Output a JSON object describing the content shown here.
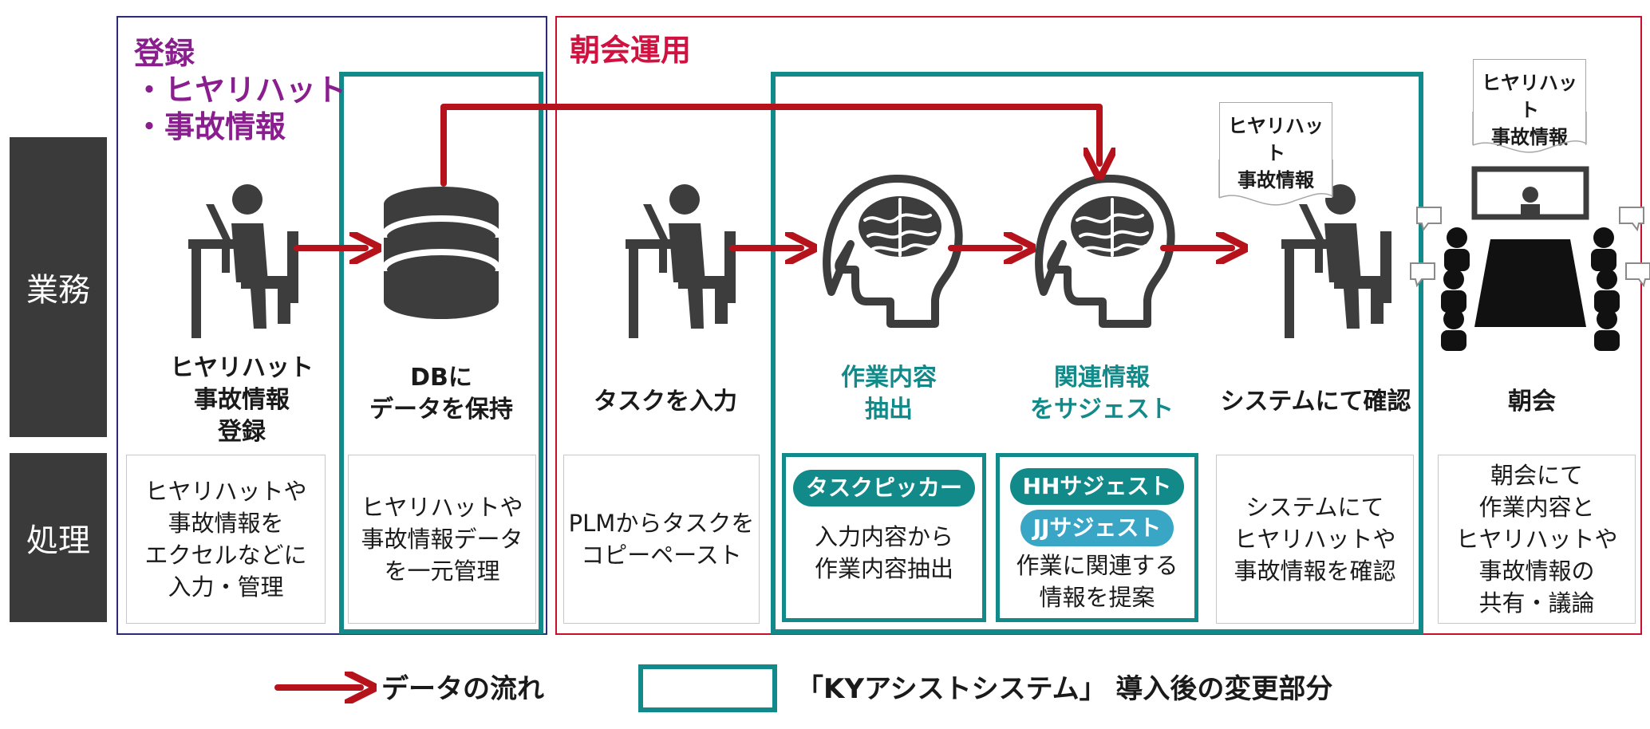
{
  "rows": {
    "business": "業務",
    "process": "処理"
  },
  "sections": {
    "registration": {
      "title_lines": [
        "登録",
        "・ヒヤリハット",
        "・事故情報"
      ]
    },
    "morning": {
      "title": "朝会運用"
    }
  },
  "actors": [
    {
      "label": "ヒヤリハット\n事故情報\n登録"
    },
    {
      "label": "DBに\nデータを保持"
    },
    {
      "label": "タスクを入力"
    },
    {
      "label": "作業内容\n抽出"
    },
    {
      "label": "関連情報\nをサジェスト"
    },
    {
      "label": "システムにて確認"
    },
    {
      "label": "朝会"
    }
  ],
  "process": [
    {
      "text": "ヒヤリハットや\n事故情報を\nエクセルなどに\n入力・管理"
    },
    {
      "text": "ヒヤリハットや\n事故情報データ\nを一元管理"
    },
    {
      "text": "PLMからタスクを\nコピーペースト"
    },
    {
      "pills": [
        "タスクピッカー"
      ],
      "text": "入力内容から\n作業内容抽出"
    },
    {
      "pills": [
        "HHサジェスト",
        "JJサジェスト"
      ],
      "text": "作業に関連する\n情報を提案"
    },
    {
      "text": "システムにて\nヒヤリハットや\n事故情報を確認"
    },
    {
      "text": "朝会にて\n作業内容と\nヒヤリハットや\n事故情報の\n共有・議論"
    }
  ],
  "documents": [
    {
      "text": "ヒヤリハット\n事故情報"
    },
    {
      "text": "ヒヤリハット\n事故情報"
    }
  ],
  "legend": {
    "flow": "データの流れ",
    "change": "「KYアシストシステム」 導入後の変更部分"
  },
  "colors": {
    "registration_border": "#2b2b7a",
    "registration_title": "#8b1e8f",
    "morning_border": "#c8102e",
    "morning_title": "#d11240",
    "teal": "#138a8a",
    "arrow": "#b5121b",
    "icon": "#3d3d3d"
  }
}
